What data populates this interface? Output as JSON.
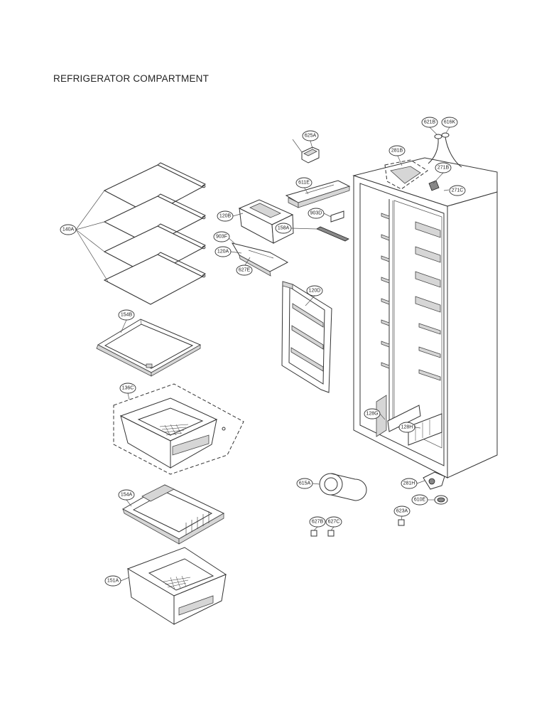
{
  "title": "REFRIGERATOR COMPARTMENT",
  "callouts": [
    "621B",
    "616K",
    "625A",
    "281B",
    "271B",
    "611E",
    "271C",
    "120B",
    "903D",
    "140A",
    "158A",
    "903F",
    "120A",
    "627E",
    "120D",
    "154B",
    "136C",
    "128G",
    "128H",
    "615A",
    "281H",
    "610E",
    "154A",
    "623A",
    "627B",
    "627C",
    "151A"
  ]
}
